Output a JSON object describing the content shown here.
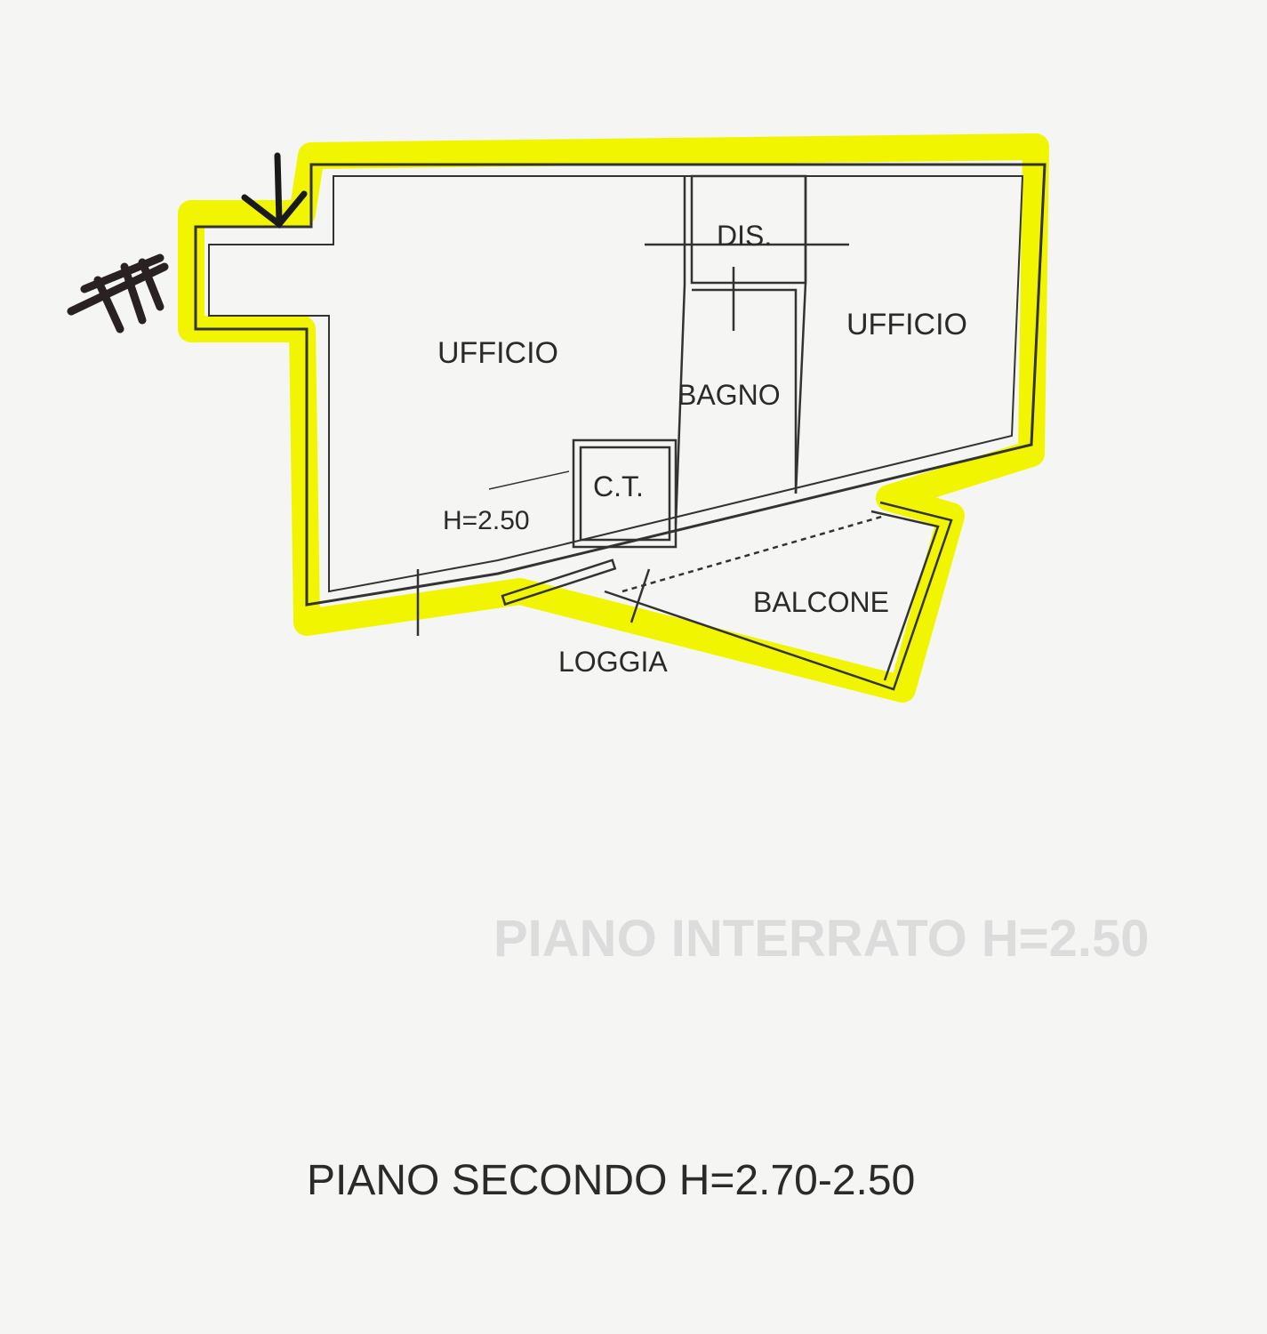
{
  "plan": {
    "rooms": {
      "office_left": "UFFICIO",
      "office_right": "UFFICIO",
      "hallway": "DIS.",
      "bathroom": "BAGNO",
      "boiler_room": "C.T.",
      "height_note": "H=2.50",
      "balcony": "BALCONE",
      "loggia": "LOGGIA"
    },
    "title": "PIANO SECONDO H=2.70-2.50",
    "bleed_through_text": "PIANO INTERRATO H=2.50"
  },
  "colors": {
    "highlight": "#f2f500",
    "lines": "#333333",
    "paper": "#f5f5f3"
  },
  "icons": [
    "entrance-arrow-icon",
    "hatched-scribble-icon"
  ]
}
